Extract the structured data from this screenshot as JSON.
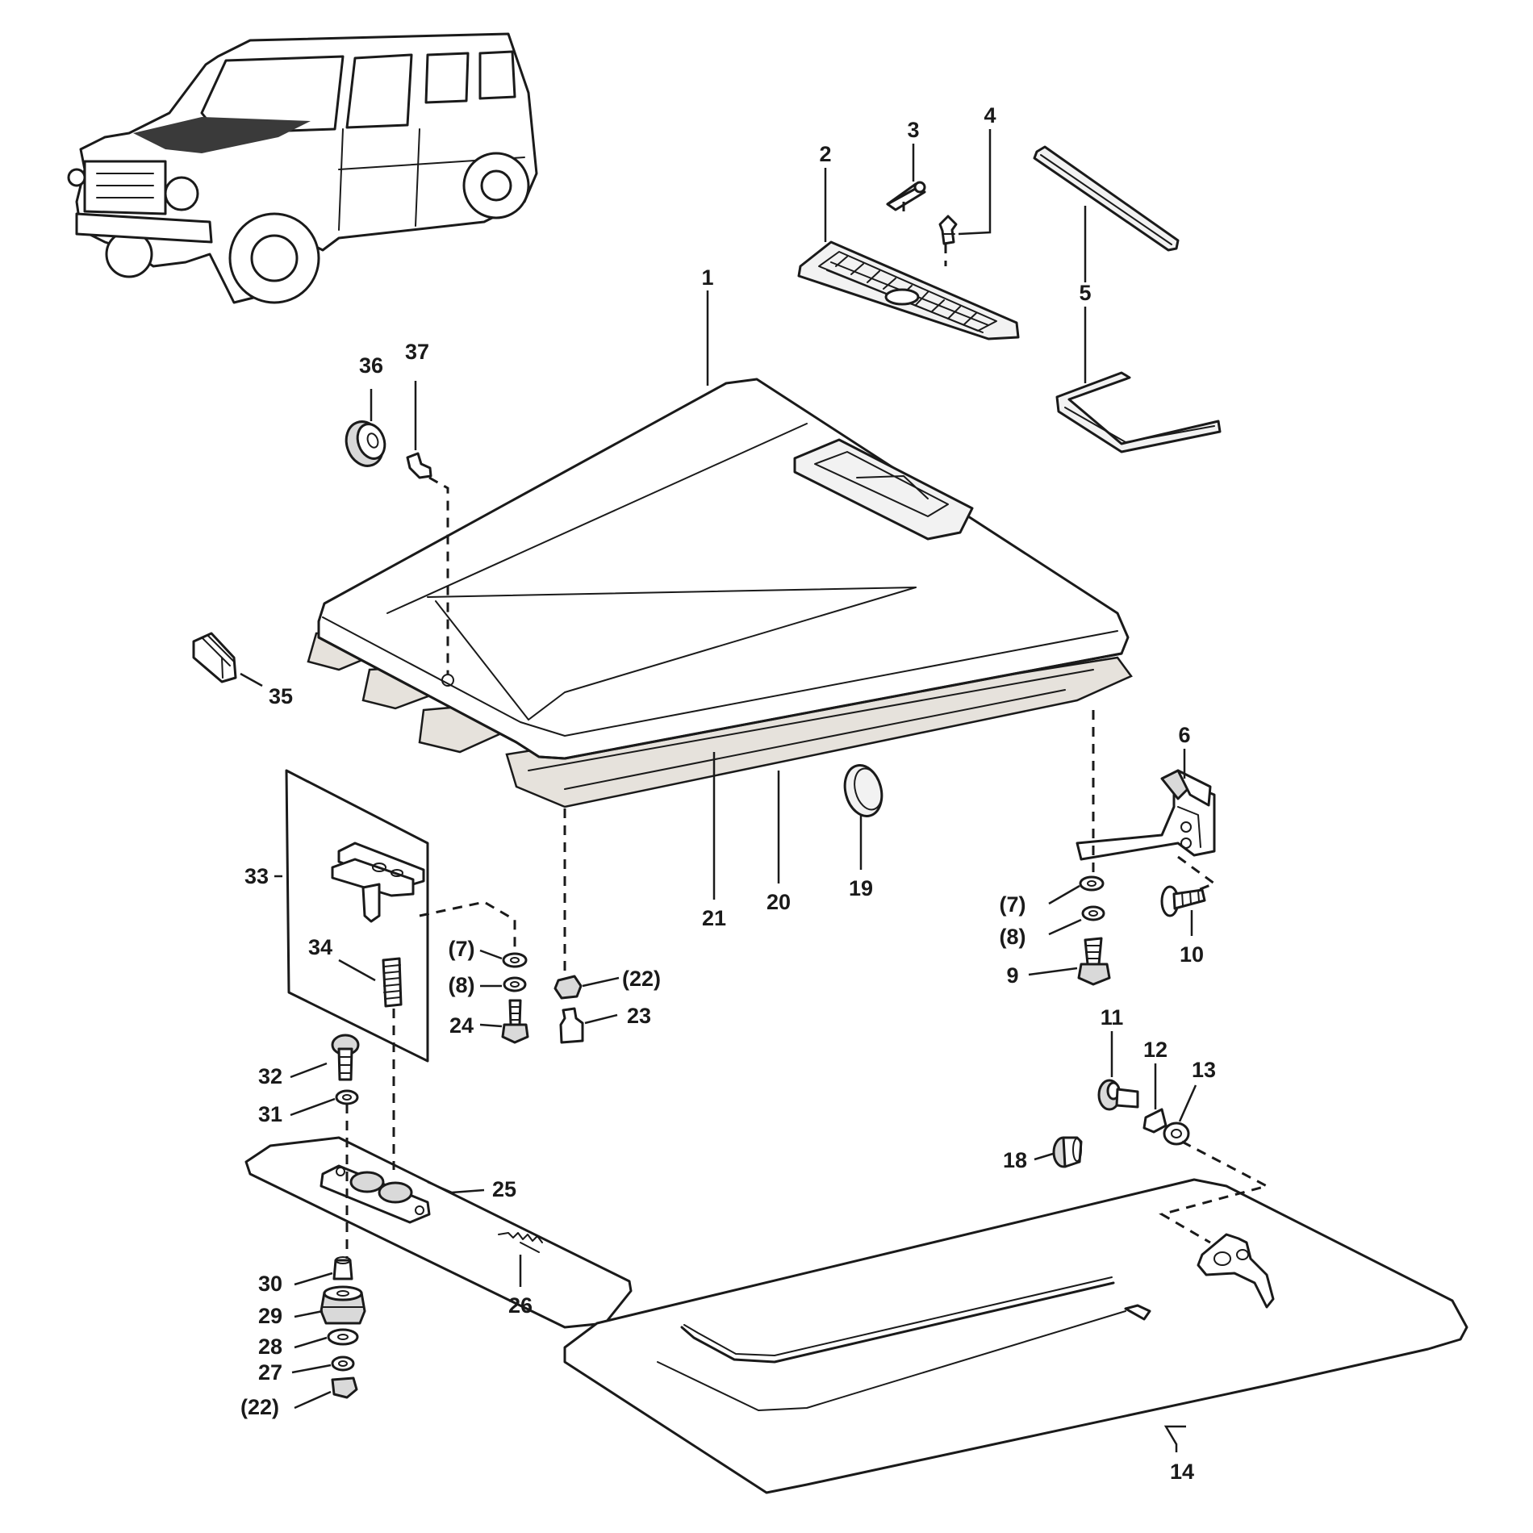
{
  "callouts": [
    {
      "id": "c1",
      "text": "1"
    },
    {
      "id": "c2",
      "text": "2"
    },
    {
      "id": "c3",
      "text": "3"
    },
    {
      "id": "c4",
      "text": "4"
    },
    {
      "id": "c5",
      "text": "5"
    },
    {
      "id": "c6",
      "text": "6"
    },
    {
      "id": "c7a",
      "text": "(7)"
    },
    {
      "id": "c8a",
      "text": "(8)"
    },
    {
      "id": "c9",
      "text": "9"
    },
    {
      "id": "c10",
      "text": "10"
    },
    {
      "id": "c11",
      "text": "11"
    },
    {
      "id": "c12",
      "text": "12"
    },
    {
      "id": "c13",
      "text": "13"
    },
    {
      "id": "c14",
      "text": "14"
    },
    {
      "id": "c18",
      "text": "18"
    },
    {
      "id": "c19",
      "text": "19"
    },
    {
      "id": "c20",
      "text": "20"
    },
    {
      "id": "c21",
      "text": "21"
    },
    {
      "id": "c22a",
      "text": "(22)"
    },
    {
      "id": "c23",
      "text": "23"
    },
    {
      "id": "c7b",
      "text": "(7)"
    },
    {
      "id": "c8b",
      "text": "(8)"
    },
    {
      "id": "c24",
      "text": "24"
    },
    {
      "id": "c25",
      "text": "25"
    },
    {
      "id": "c26",
      "text": "26"
    },
    {
      "id": "c27",
      "text": "27"
    },
    {
      "id": "c28",
      "text": "28"
    },
    {
      "id": "c29",
      "text": "29"
    },
    {
      "id": "c30",
      "text": "30"
    },
    {
      "id": "c22b",
      "text": "(22)"
    },
    {
      "id": "c31",
      "text": "31"
    },
    {
      "id": "c32",
      "text": "32"
    },
    {
      "id": "c33",
      "text": "33"
    },
    {
      "id": "c34",
      "text": "34"
    },
    {
      "id": "c35",
      "text": "35"
    },
    {
      "id": "c36",
      "text": "36"
    },
    {
      "id": "c37",
      "text": "37"
    }
  ],
  "colors": {
    "line": "#1a1a1a",
    "background": "#ffffff",
    "foam": "#e6e2dc"
  }
}
